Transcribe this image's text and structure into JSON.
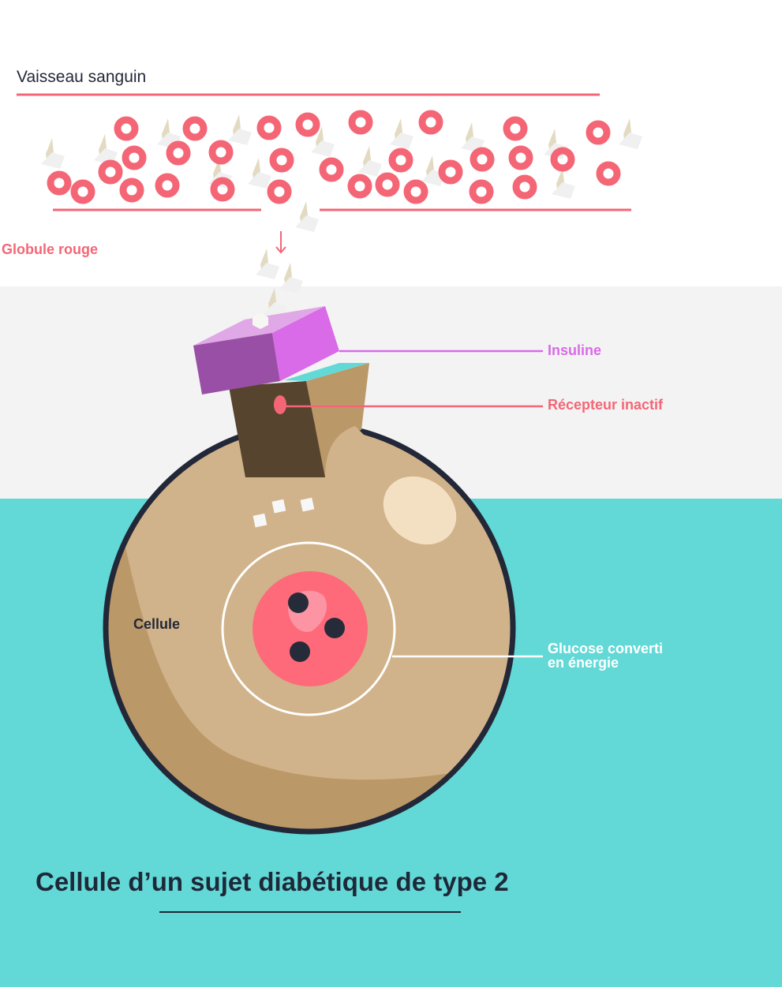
{
  "labels": {
    "vessel": "Vaisseau sanguin",
    "red_cell": "Globule rouge",
    "insulin": "Insuline",
    "receptor": "Récepteur inactif",
    "cell": "Cellule",
    "glucose_line1": "Glucose converti",
    "glucose_line2": "en énergie"
  },
  "title": "Cellule d’un sujet diabétique de type 2",
  "colors": {
    "red": "#f46676",
    "insulin": "#d96ae8",
    "teal": "#62d9d6",
    "cell": "#d0b38a",
    "dark": "#232838"
  }
}
